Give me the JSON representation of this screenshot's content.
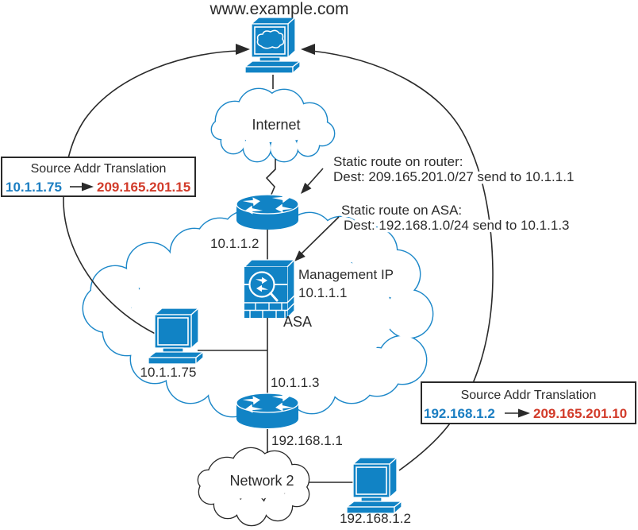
{
  "page": {
    "heading": "www.example.com"
  },
  "clouds": {
    "internet_label": "Internet",
    "network2_label": "Network 2"
  },
  "nodes": {
    "router1_ip": "10.1.1.2",
    "asa_mgmt_label": "Management IP",
    "asa_mgmt_ip": "10.1.1.1",
    "asa_label": "ASA",
    "pc1_ip": "10.1.1.75",
    "router2_inside_ip": "10.1.1.3",
    "router2_network2_ip": "192.168.1.1",
    "pc2_ip": "192.168.1.2"
  },
  "annotations": {
    "router_static_route": {
      "line1": "Static route on router:",
      "line2": "Dest: 209.165.201.0/27 send to 10.1.1.1"
    },
    "asa_static_route": {
      "line1": "Static route on ASA:",
      "line2": "Dest: 192.168.1.0/24 send to 10.1.1.3"
    }
  },
  "nat_boxes": {
    "left": {
      "title": "Source Addr Translation",
      "from_ip": "10.1.1.75",
      "to_ip": "209.165.201.15"
    },
    "right": {
      "title": "Source Addr Translation",
      "from_ip": "192.168.1.2",
      "to_ip": "209.165.201.10"
    }
  },
  "colors": {
    "icon_blue": "#1183c5",
    "cloud_blue": "#1d88c9",
    "ip_blue": "#1b7ec2",
    "ip_red": "#d23b2a",
    "text_color": "#2b2b2b",
    "line_color": "#2a2a2a"
  }
}
